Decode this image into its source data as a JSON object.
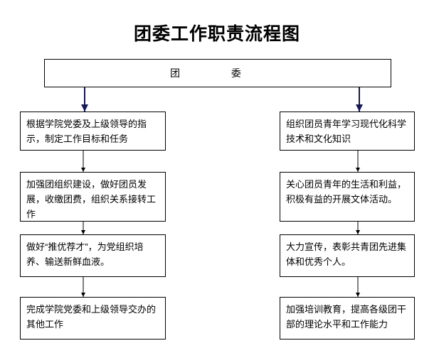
{
  "page": {
    "title": "团委工作职责流程图",
    "background_color": "#ffffff",
    "line_color": "#000000",
    "arrow_color": "#15175e"
  },
  "flowchart": {
    "root": {
      "label": "团  委"
    },
    "left_column": [
      {
        "id": "left-1",
        "text": "根据学院党委及上级领导的指示，制定工作目标和任务"
      },
      {
        "id": "left-2",
        "text": "加强团组织建设，做好团员发展，收缴团费，组织关系接转工作"
      },
      {
        "id": "left-3",
        "text": "做好“推优荐才”，为党组织培养、输送新鲜血液。"
      },
      {
        "id": "left-4",
        "text": "完成学院党委和上级领导交办的其他工作"
      }
    ],
    "right_column": [
      {
        "id": "right-1",
        "text": "组织团员青年学习现代化科学技术和文化知识"
      },
      {
        "id": "right-2",
        "text": "关心团员青年的生活和利益，积极有益的开展文体活动。"
      },
      {
        "id": "right-3",
        "text": "大力宣传，表彰共青团先进集体和优秀个人。"
      },
      {
        "id": "right-4",
        "text": "加强培训教育，提高各级团干部的理论水平和工作能力"
      }
    ],
    "connectors": [
      {
        "id": "root-to-left-1",
        "from": "root",
        "to": "left-1",
        "style": "thick-arrow"
      },
      {
        "id": "root-to-right-1",
        "from": "root",
        "to": "right-1",
        "style": "thick-arrow"
      },
      {
        "id": "left-1-to-left-2",
        "from": "left-1",
        "to": "left-2",
        "style": "thin-arrow"
      },
      {
        "id": "left-2-to-left-3",
        "from": "left-2",
        "to": "left-3",
        "style": "thin-arrow"
      },
      {
        "id": "left-3-to-left-4",
        "from": "left-3",
        "to": "left-4",
        "style": "thin-arrow"
      },
      {
        "id": "right-1-to-right-2",
        "from": "right-1",
        "to": "right-2",
        "style": "thin-arrow"
      },
      {
        "id": "right-2-to-right-3",
        "from": "right-2",
        "to": "right-3",
        "style": "thin-arrow"
      },
      {
        "id": "right-3-to-right-4",
        "from": "right-3",
        "to": "right-4",
        "style": "thin-arrow"
      }
    ]
  }
}
